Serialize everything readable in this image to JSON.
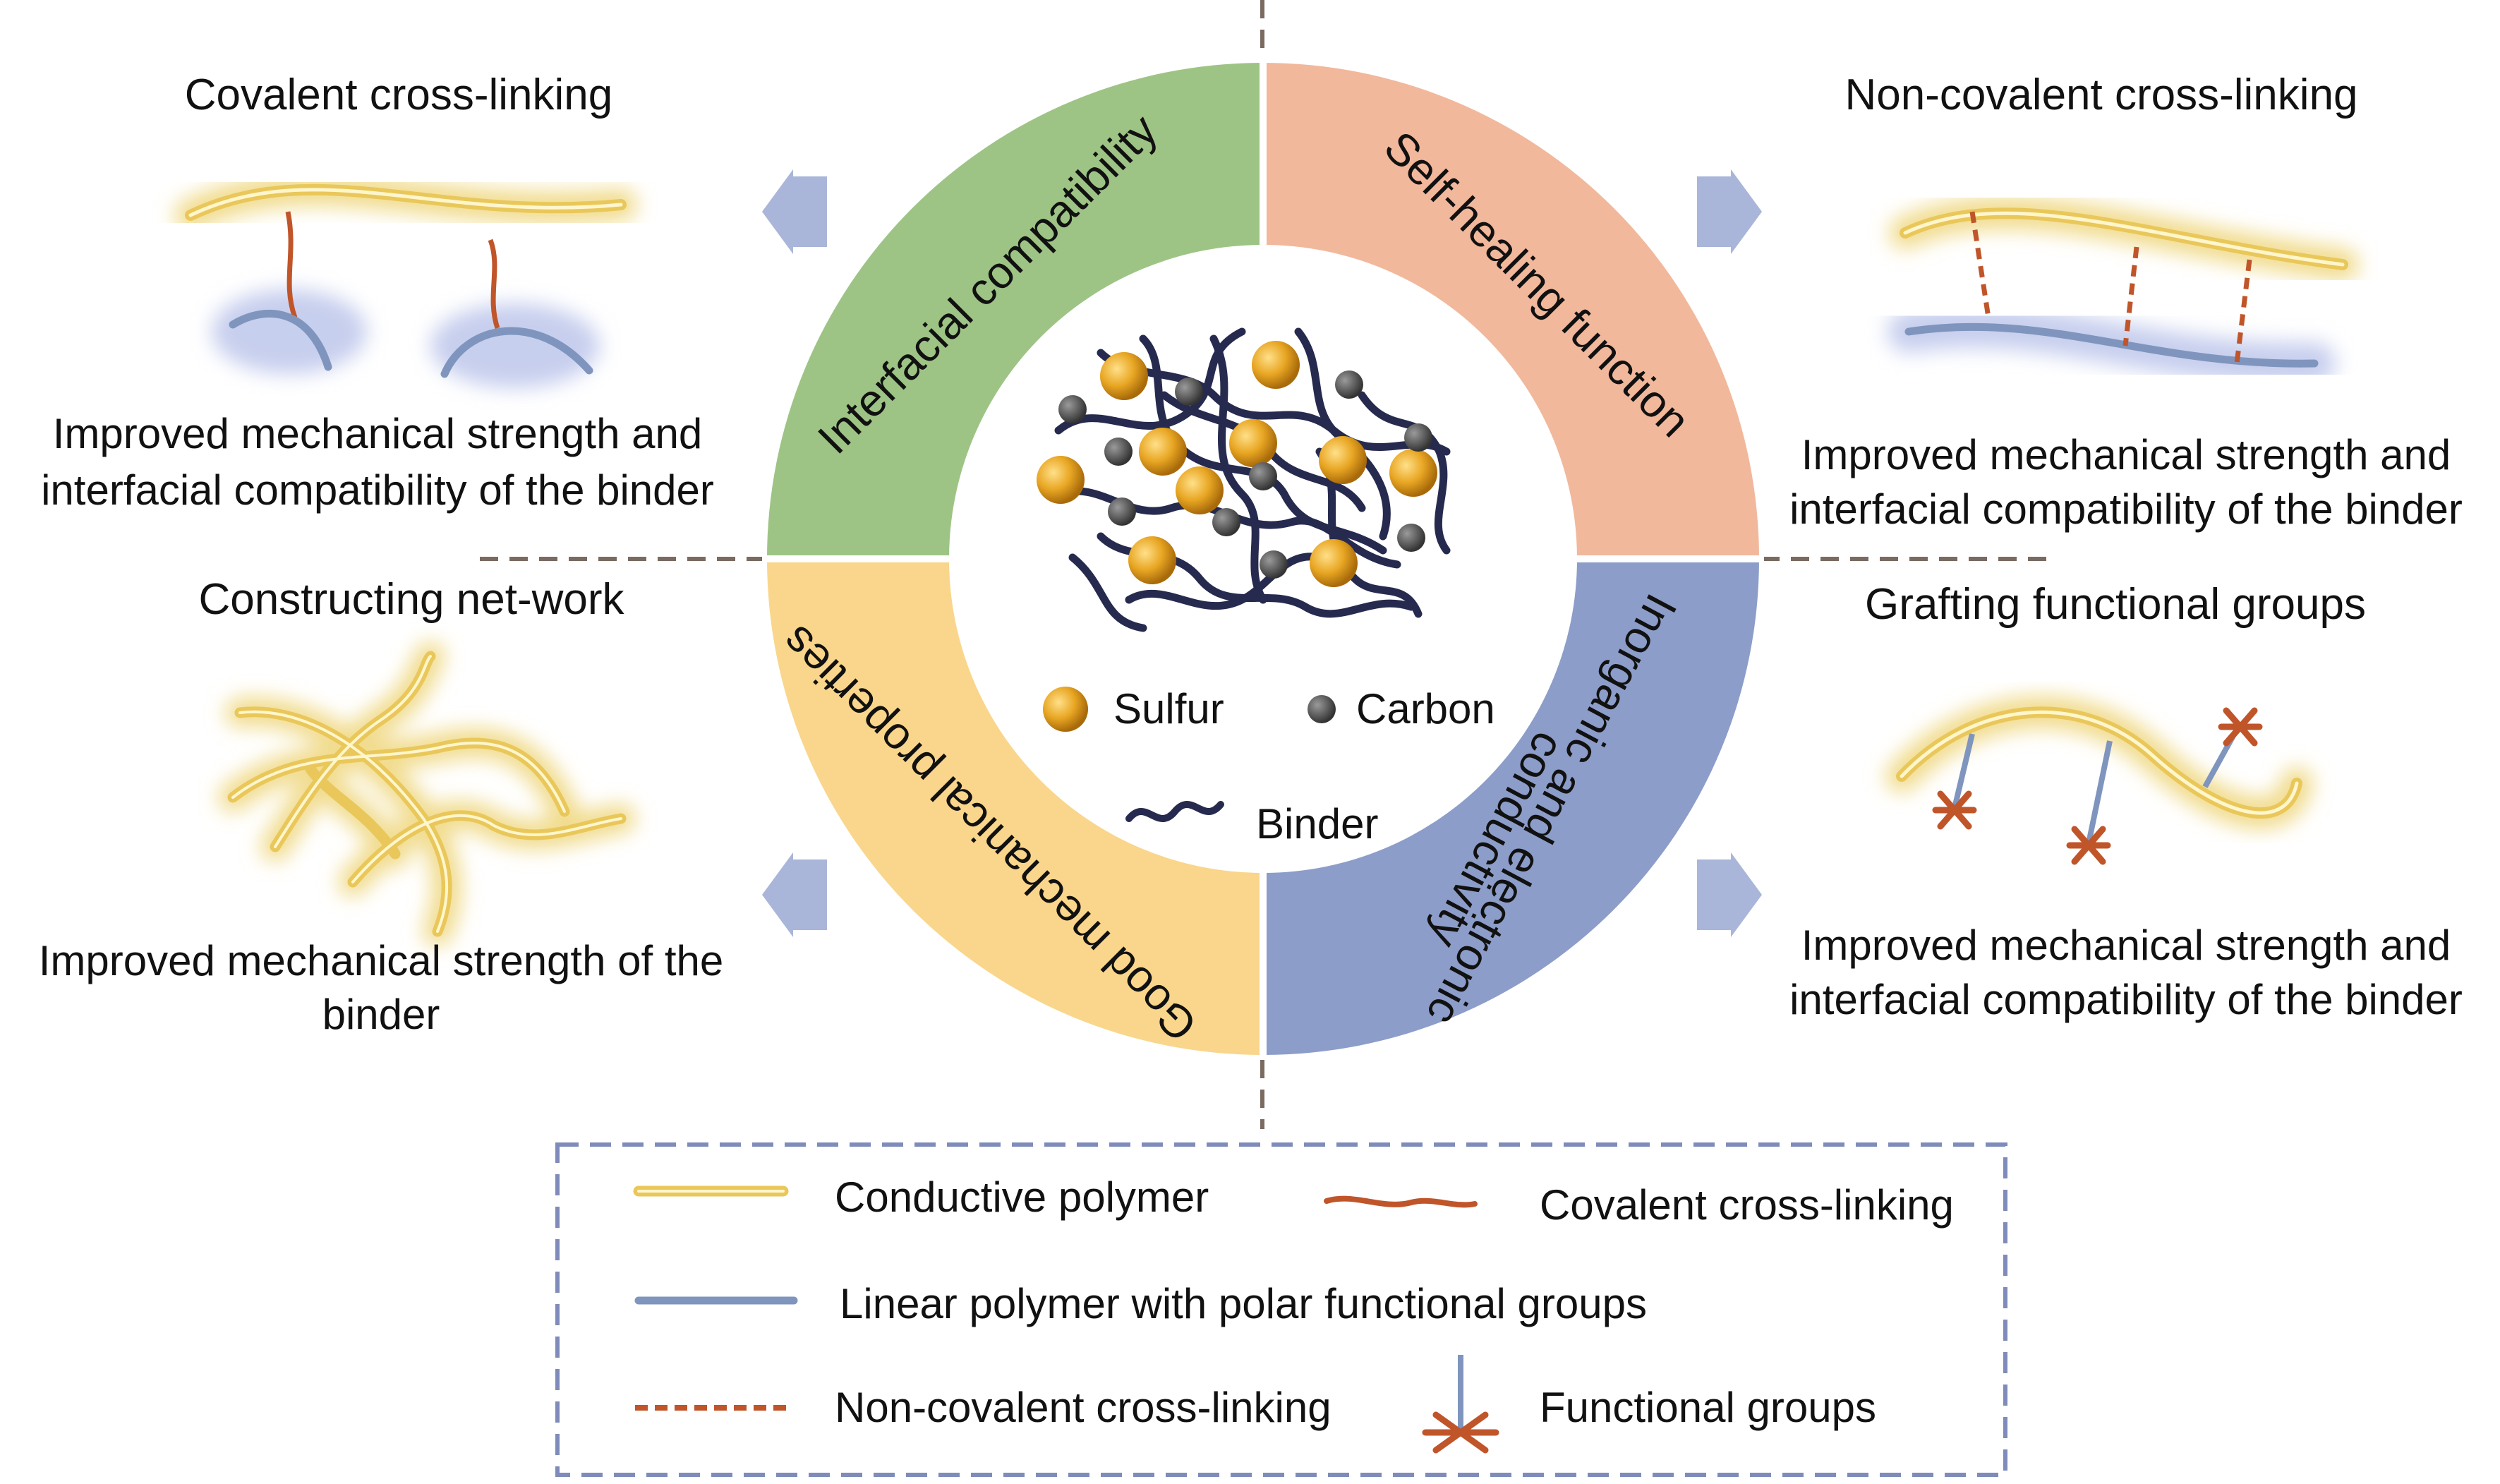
{
  "ring": {
    "q1": "Interfacial compatibility",
    "q2": "Self-healing function",
    "q3": "Good mechanical properties",
    "q4a": "Inorganic and electronic",
    "q4b": "conductivity"
  },
  "center_legend": {
    "sulfur": "Sulfur",
    "carbon": "Carbon",
    "binder": "Binder"
  },
  "top_left": {
    "title": "Covalent cross-linking",
    "desc1": "Improved mechanical strength and",
    "desc2": "interfacial compatibility of the binder"
  },
  "top_right": {
    "title": "Non-covalent cross-linking",
    "desc1": "Improved mechanical strength and",
    "desc2": "interfacial compatibility of the binder"
  },
  "bottom_left": {
    "title": "Constructing net-work",
    "desc1": "Improved mechanical strength of the",
    "desc2": "binder"
  },
  "bottom_right": {
    "title": "Grafting functional groups",
    "desc1": "Improved mechanical strength and",
    "desc2": "interfacial compatibility of the binder"
  },
  "legend": {
    "conductive_polymer": "Conductive polymer",
    "covalent_crosslinking": "Covalent cross-linking",
    "linear_polymer": "Linear polymer with polar functional groups",
    "noncovalent_crosslinking": "Non-covalent cross-linking",
    "functional_groups": "Functional groups"
  },
  "colors": {
    "interfacial": "#9dc485",
    "self_healing": "#f1b89c",
    "mechanical": "#f9d68c",
    "conductivity": "#8c9dc9",
    "conductive_polymer": "#e9c75a",
    "linear_polymer": "#7f95be",
    "crosslink": "#c0552a",
    "arrow": "#a9b6d9"
  }
}
